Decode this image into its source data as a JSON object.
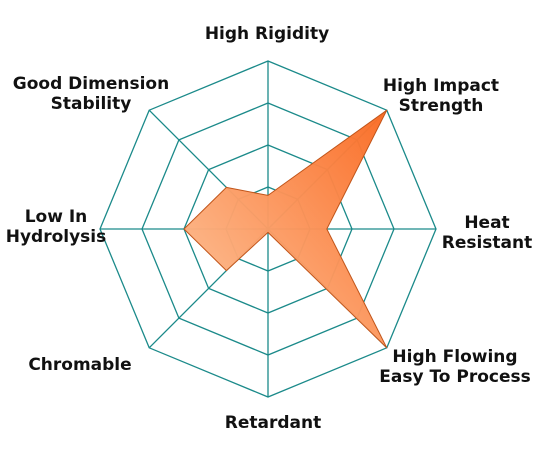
{
  "chart_data": {
    "type": "radar",
    "axes": [
      [
        "High Rigidity"
      ],
      [
        "High Impact",
        "Strength"
      ],
      [
        "Heat",
        "Resistant"
      ],
      [
        "High Flowing",
        "Easy To Process"
      ],
      [
        "Retardant"
      ],
      [
        "Chromable"
      ],
      [
        "Low In",
        "Hydrolysis"
      ],
      [
        "Good Dimension",
        "Stability"
      ]
    ],
    "values": [
      1,
      5,
      1.75,
      5,
      0.1,
      1.75,
      2.5,
      1.75
    ],
    "rmax": 5,
    "rings": 4,
    "grid": true,
    "colors": {
      "grid": "#1b8a8a",
      "fill_light": "#fdc79e",
      "fill_dark": "#fa6a22",
      "edge": "#c1551a"
    }
  }
}
